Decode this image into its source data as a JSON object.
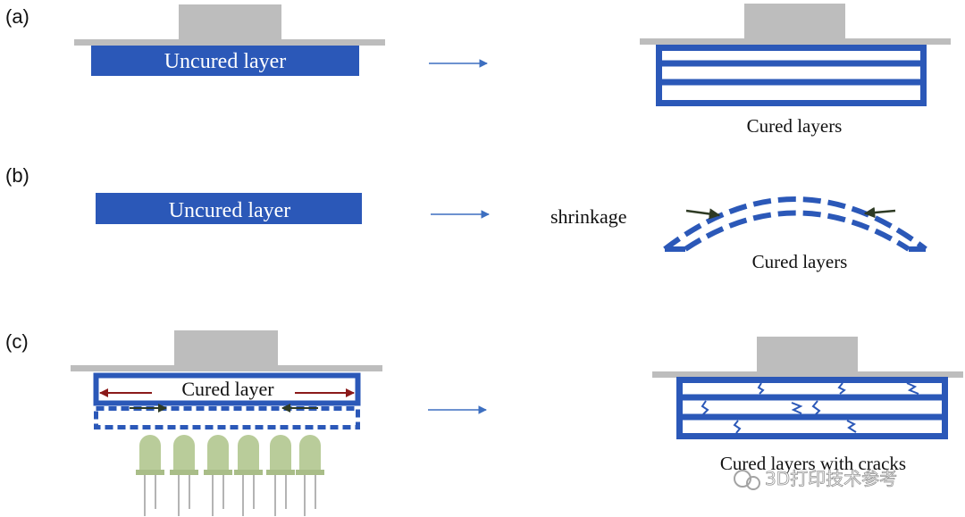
{
  "panels": {
    "a": {
      "label": "(a)",
      "uncured_text": "Uncured layer",
      "caption": "Cured layers"
    },
    "b": {
      "label": "(b)",
      "uncured_text": "Uncured layer",
      "shrinkage_text": "shrinkage",
      "caption": "Cured layers"
    },
    "c": {
      "label": "(c)",
      "cured_text": "Cured layer",
      "caption": "Cured layers with cracks"
    }
  },
  "watermark": {
    "text": "3D打印技术参考"
  },
  "colors": {
    "resin_blue": "#2b58b8",
    "platform_gray": "#bdbdbd",
    "arrow_blue": "#3d6fc0",
    "shrink_arrow": "#2e3a24",
    "stress_arrow": "#8b1a1a",
    "led_green": "#b9cc9a"
  }
}
